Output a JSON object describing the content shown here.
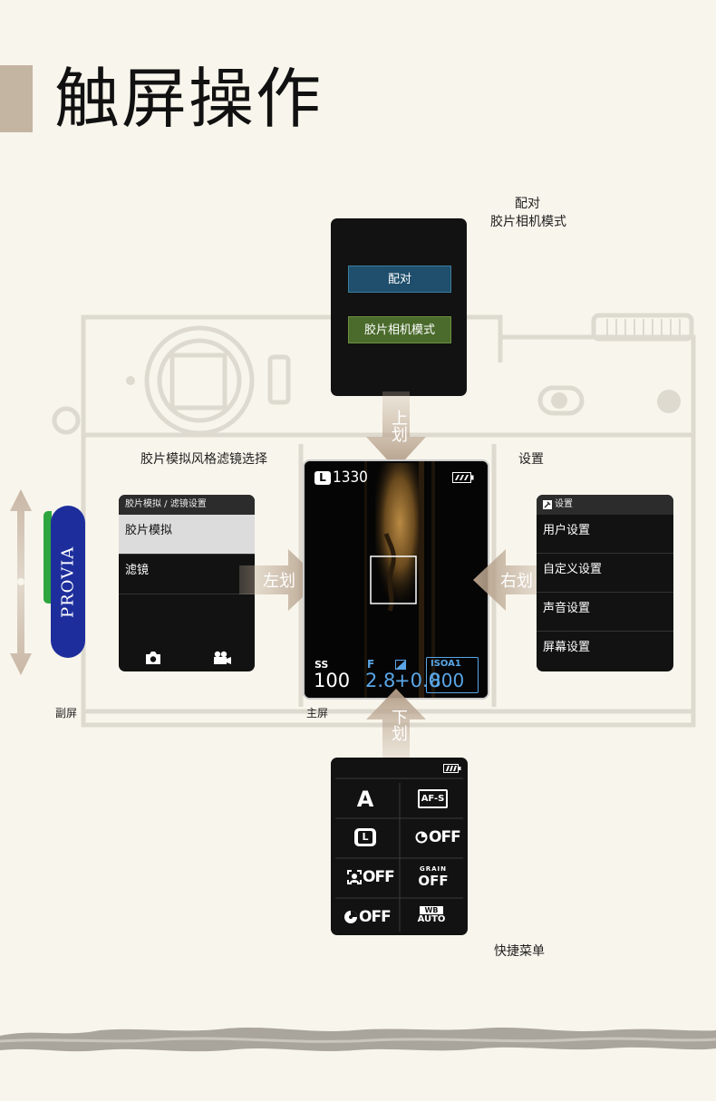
{
  "title": "触屏操作",
  "labels": {
    "pair_film": [
      "配对",
      "胶片相机模式"
    ],
    "film_filter": "胶片模拟风格滤镜选择",
    "settings": "设置",
    "sub_screen": "副屏",
    "main_screen": "主屏",
    "quick_menu": "快捷菜单"
  },
  "gestures": {
    "up": "上划",
    "down": "下划",
    "left": "左划",
    "right": "右划"
  },
  "top_panel": {
    "pair_button": "配对",
    "film_button": "胶片相机模式"
  },
  "left_panel": {
    "header": "胶片模拟 / 滤镜设置",
    "items": [
      "胶片模拟",
      "滤镜"
    ]
  },
  "right_panel": {
    "header": "设置",
    "items": [
      "用户设置",
      "自定义设置",
      "声音设置",
      "屏幕设置"
    ]
  },
  "main_screen": {
    "quality": "L",
    "shots": "1330",
    "ss_label": "SS",
    "ss_value": "100",
    "f_label": "F",
    "f_value": "2.8",
    "ev_value": "+0.0",
    "iso_label": "ISOA1",
    "iso_value": "800"
  },
  "quick_menu": {
    "cells": [
      {
        "name": "mode-a",
        "text": "A"
      },
      {
        "name": "focus-afs",
        "text": "AF-S"
      },
      {
        "name": "quality-l",
        "text": "L"
      },
      {
        "name": "self-timer-off",
        "text": "OFF"
      },
      {
        "name": "face-detect-off",
        "text": "OFF"
      },
      {
        "name": "grain-off",
        "top": "GRAIN",
        "text": "OFF"
      },
      {
        "name": "color-off",
        "text": "OFF"
      },
      {
        "name": "wb-auto",
        "top": "WB",
        "text": "AUTO"
      }
    ]
  },
  "film_sim": "PROVIA",
  "colors": {
    "accent": "#c4b4a2",
    "pair_blue": "#1f4f6c",
    "film_green": "#4a6b2c",
    "provia_blue": "#1d2e9c",
    "provia_green": "#2ea640",
    "iso_blue": "#5aa6e6"
  }
}
